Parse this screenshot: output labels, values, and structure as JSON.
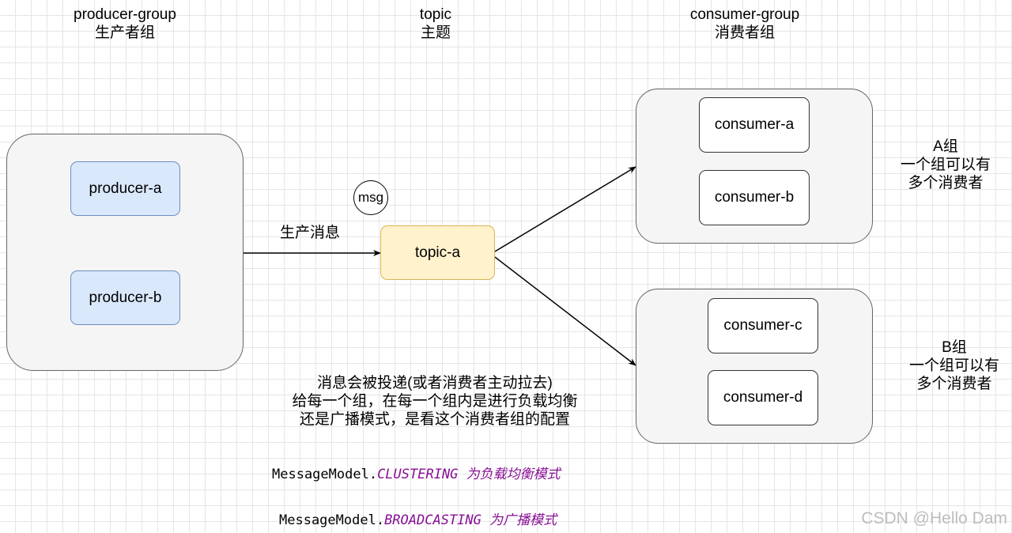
{
  "headers": {
    "producer_group": {
      "line1": "producer-group",
      "line2": "生产者组"
    },
    "topic": {
      "line1": "topic",
      "line2": "主题"
    },
    "consumer_group": {
      "line1": "consumer-group",
      "line2": "消费者组"
    }
  },
  "producers": [
    "producer-a",
    "producer-b"
  ],
  "topic_node": "topic-a",
  "msg_label": "msg",
  "produce_label": "生产消息",
  "consumer_group_a": {
    "consumers": [
      "consumer-a",
      "consumer-b"
    ],
    "note_line1": "A组",
    "note_line2": "一个组可以有",
    "note_line3": "多个消费者"
  },
  "consumer_group_b": {
    "consumers": [
      "consumer-c",
      "consumer-d"
    ],
    "note_line1": "B组",
    "note_line2": "一个组可以有",
    "note_line3": "多个消费者"
  },
  "delivery_note": {
    "line1": "消息会被投递(或者消费者主动拉去)",
    "line2": "给每一个组，在每一个组内是进行负载均衡",
    "line3": "还是广播模式，是看这个消费者组的配置"
  },
  "code_lines": [
    {
      "prefix": "MessageModel.",
      "constant": "CLUSTERING",
      "comment": "为负载均衡模式"
    },
    {
      "prefix": "MessageModel.",
      "constant": "BROADCASTING",
      "comment": "为广播模式"
    }
  ],
  "watermark": "CSDN @Hello Dam",
  "colors": {
    "producer_fill": "#dae8fc",
    "producer_stroke": "#6c8ebf",
    "topic_fill": "#fff2cc",
    "topic_stroke": "#d6b656",
    "group_fill": "#f5f5f5",
    "code_constant": "#871094"
  }
}
